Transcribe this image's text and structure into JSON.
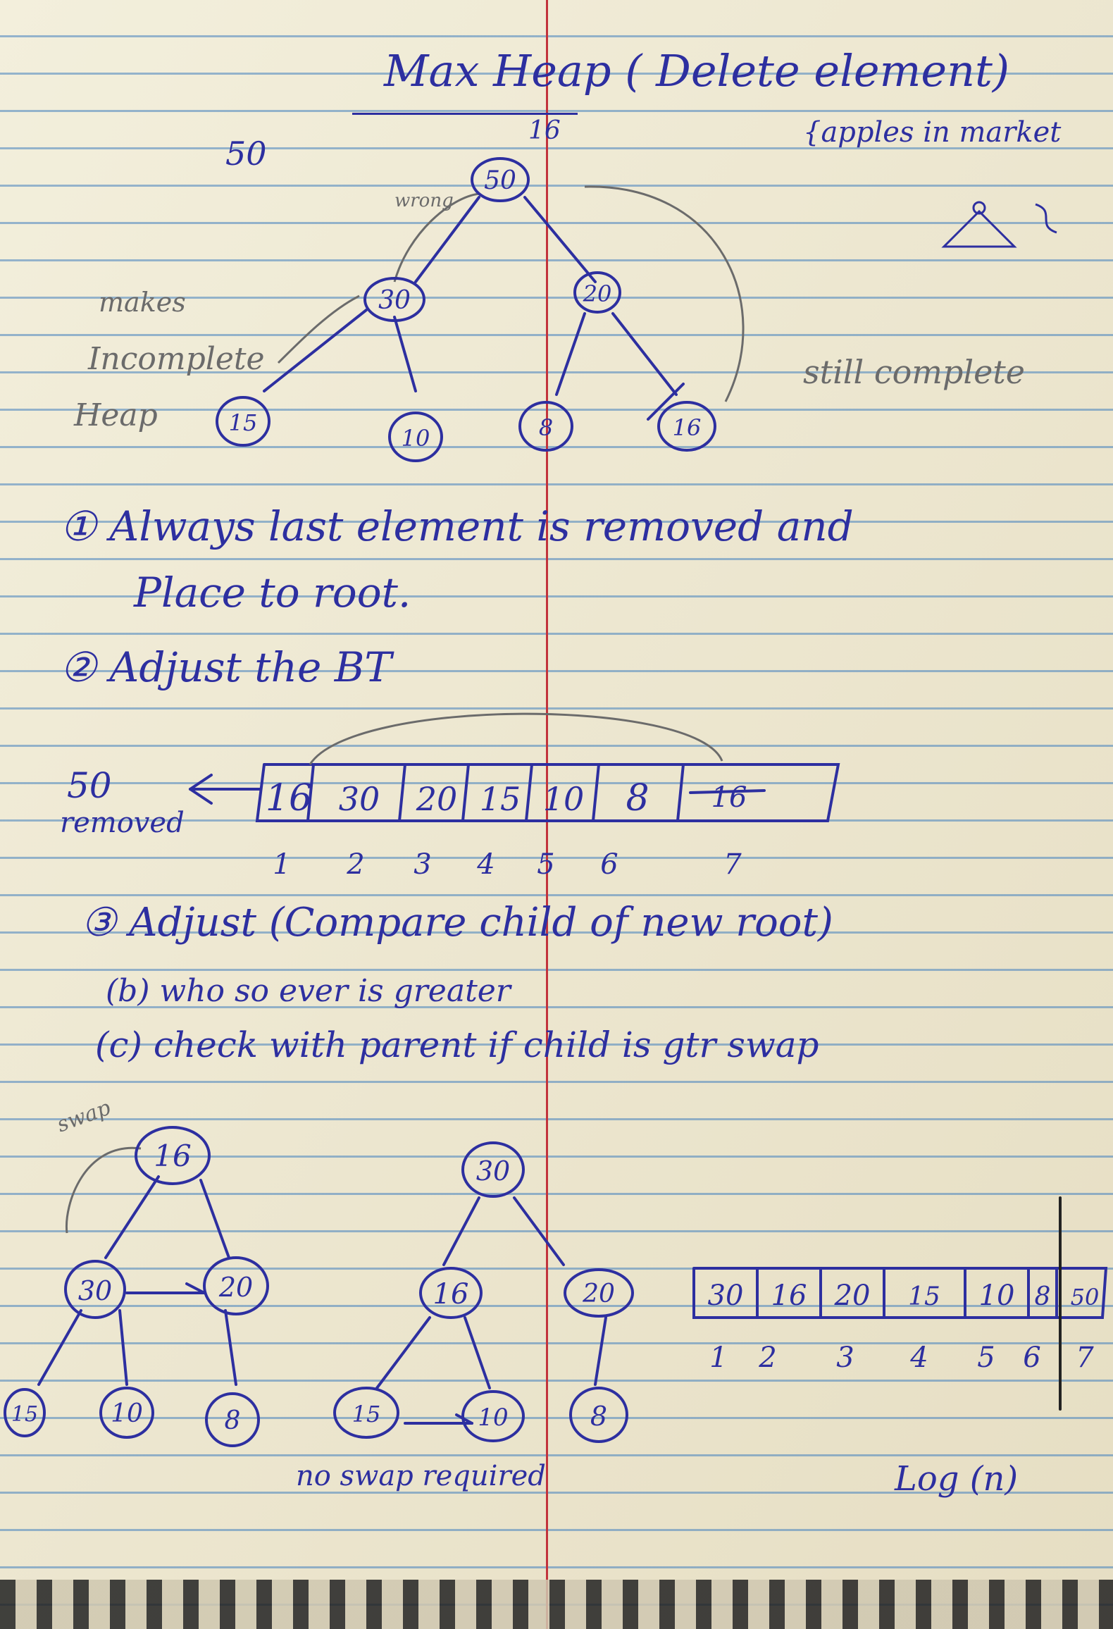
{
  "title": "Max Heap ( Delete element)",
  "notes": {
    "fifty_top": "50",
    "sixteen_top": "16",
    "apples": "{apples in market",
    "makes": "makes",
    "incomplete": "Incomplete",
    "heap": "Heap",
    "wrong": "wrong",
    "still_complete": "still complete",
    "step1_line1": "① Always last element is removed and",
    "step1_line2": "Place to root.",
    "step2": "② Adjust the BT",
    "removed_value": "50",
    "removed_label": "removed",
    "step3": "③ Adjust (Compare child of new root)",
    "step3_b": "(b) who so ever is greater",
    "step3_c": "(c) check with parent if child is gtr swap",
    "swap_label": "swap",
    "no_swap": "no swap required",
    "complexity": "Log (n)"
  },
  "tree1": {
    "root": "50",
    "nodes": [
      "30",
      "20",
      "15",
      "10",
      "8",
      "16"
    ]
  },
  "array1": {
    "cells": [
      "16",
      "30",
      "20",
      "15",
      "10",
      "8",
      "16"
    ],
    "indices": [
      "1",
      "2",
      "3",
      "4",
      "5",
      "6",
      "7"
    ]
  },
  "tree2": {
    "nodes": [
      "16",
      "30",
      "20",
      "15",
      "10",
      "8"
    ]
  },
  "tree3": {
    "nodes": [
      "30",
      "16",
      "20",
      "15",
      "10",
      "8"
    ]
  },
  "array2": {
    "cells": [
      "30",
      "16",
      "20",
      "15",
      "10",
      "8",
      "50"
    ],
    "indices": [
      "1",
      "2",
      "3",
      "4",
      "5",
      "6",
      "7"
    ]
  },
  "colors": {
    "ink": "#2d2fa0",
    "pencil": "#6b6b6b",
    "margin": "#c2333c",
    "rule": "#4682be"
  }
}
